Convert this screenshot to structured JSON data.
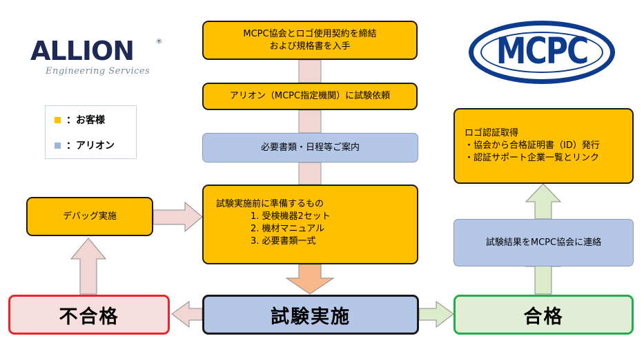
{
  "logos": {
    "allion": {
      "name": "ALLION",
      "reg": "®",
      "tagline": "Engineering Services"
    },
    "mcpc": {
      "name": "MCPC"
    }
  },
  "legend": [
    {
      "label": "：お客様",
      "color": "#ffc000"
    },
    {
      "label": "：アリオン",
      "color": "#9db6dc"
    }
  ],
  "flow": {
    "step1": [
      "MCPC協会とロゴ使用契約を締結",
      "および規格書を入手"
    ],
    "step2": [
      "アリオン（MCPC指定機関）に試験依頼"
    ],
    "step3": [
      "必要書類・日程等ご案内"
    ],
    "step4": {
      "title": "試験実施前に準備するもの",
      "items": [
        "1. 受検機器2セット",
        "2. 機材マニュアル",
        "3. 必要書類一式"
      ]
    },
    "test": "試験実施",
    "fail": "不合格",
    "pass": "合格",
    "debug": "デバッグ実施",
    "report": "試験結果をMCPC協会に連絡",
    "cert": [
      "ロゴ認証取得",
      "・協会から合格証明書（ID）発行",
      "・認証サポート企業一覧とリンク"
    ]
  },
  "colors": {
    "customer": "#ffc000",
    "allion": "#b4c7e7",
    "fail_border": "#e8262a",
    "fail_fill": "#f6dede",
    "pass_border": "#1fae4b",
    "pass_fill": "#e1edd4",
    "arrow_pink": "#f2d6d4",
    "arrow_orange": "#f7b98c",
    "arrow_green": "#dcebc9"
  }
}
